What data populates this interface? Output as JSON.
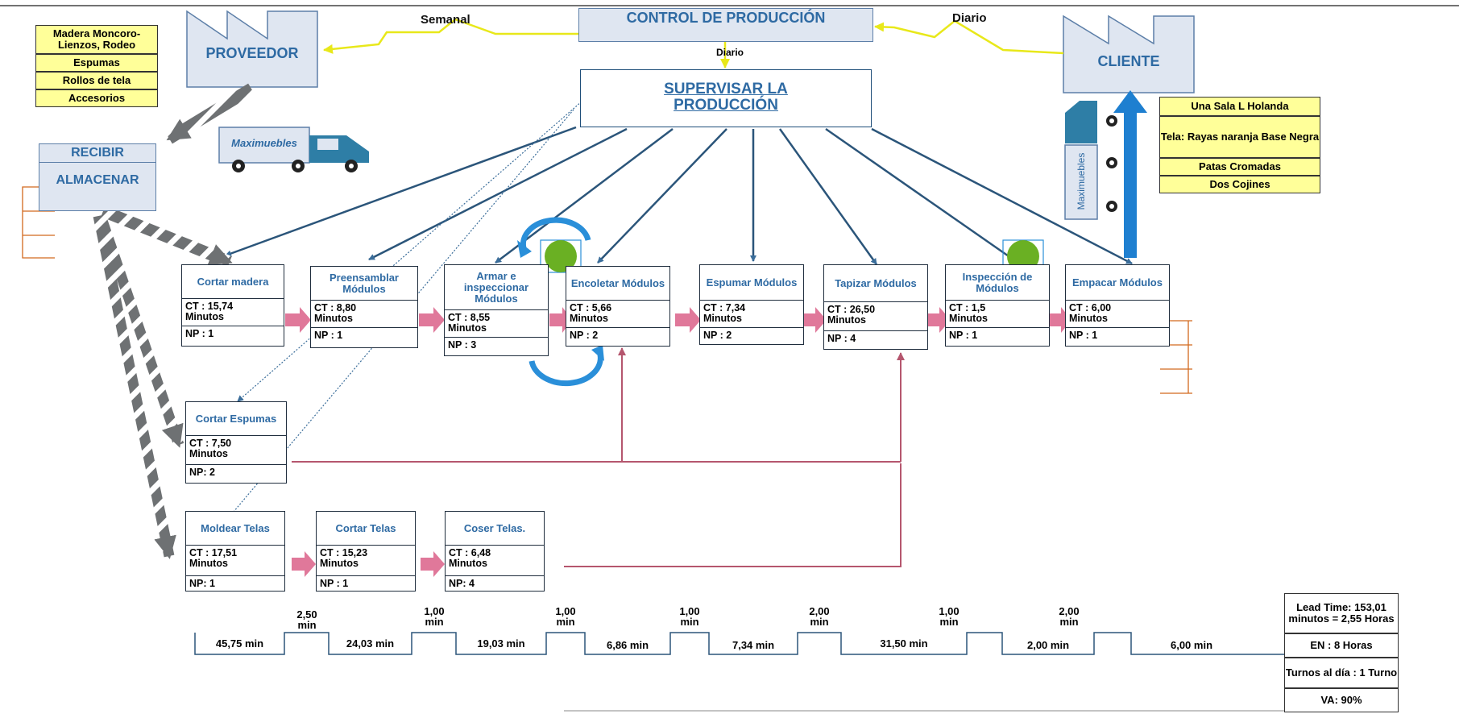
{
  "header": {
    "control": "CONTROL DE PRODUCCIÓN",
    "supervisar": "SUPERVISAR LA PRODUCCIÓN",
    "proveedor": "PROVEEDOR",
    "cliente": "CLIENTE",
    "recibir": "RECIBIR",
    "almacenar": "ALMACENAR",
    "semanal": "Semanal",
    "diario_left": "Diario",
    "diario_right": "Diario",
    "truck_label": "Maximuebles",
    "truck2_label": "Maximuebles"
  },
  "supplier_items": [
    "Madera Moncoro-Lienzos, Rodeo",
    "Espumas",
    "Rollos de tela",
    "Accesorios"
  ],
  "customer_items": [
    "Una Sala L Holanda",
    "Tela: Rayas naranja Base Negra",
    "Patas Cromadas",
    "Dos Cojines"
  ],
  "processes": [
    {
      "title": "Cortar madera",
      "ct": "CT : 15,74",
      "unit": "Minutos",
      "np": "NP : 1"
    },
    {
      "title": "Preensamblar Módulos",
      "ct": "CT : 8,80",
      "unit": "Minutos",
      "np": "NP : 1"
    },
    {
      "title": "Armar e inspeccionar Módulos",
      "ct": "CT : 8,55",
      "unit": "Minutos",
      "np": "NP : 3"
    },
    {
      "title": "Encoletar Módulos",
      "ct": "CT : 5,66",
      "unit": "Minutos",
      "np": "NP : 2"
    },
    {
      "title": "Espumar Módulos",
      "ct": "CT : 7,34",
      "unit": "Minutos",
      "np": "NP : 2"
    },
    {
      "title": "Tapizar Módulos",
      "ct": "CT : 26,50",
      "unit": "Minutos",
      "np": "NP : 4"
    },
    {
      "title": "Inspección de Módulos",
      "ct": "CT : 1,5",
      "unit": "Minutos",
      "np": "NP : 1"
    },
    {
      "title": "Empacar Módulos",
      "ct": "CT : 6,00",
      "unit": "Minutos",
      "np": "NP : 1"
    },
    {
      "title": "Cortar Espumas",
      "ct": "CT : 7,50",
      "unit": "Minutos",
      "np": "NP: 2"
    },
    {
      "title": "Moldear Telas",
      "ct": "CT : 17,51",
      "unit": "Minutos",
      "np": "NP: 1"
    },
    {
      "title": "Cortar Telas",
      "ct": "CT : 15,23",
      "unit": "Minutos",
      "np": "NP : 1"
    },
    {
      "title": "Coser Telas.",
      "ct": "CT : 6,48",
      "unit": "Minutos",
      "np": "NP: 4"
    }
  ],
  "timeline": {
    "low": [
      "45,75 min",
      "24,03 min",
      "19,03 min",
      "6,86 min",
      "7,34 min",
      "31,50 min",
      "2,00 min",
      "6,00 min"
    ],
    "high": [
      "2,50 min",
      "1,00 min",
      "1,00 min",
      "1,00 min",
      "2,00 min",
      "1,00 min",
      "2,00 min"
    ]
  },
  "summary": {
    "lead_time": "Lead Time: 153,01 minutos = 2,55 Horas",
    "en": "EN : 8 Horas",
    "turnos": "Turnos al día : 1 Turno",
    "va": "VA: 90%"
  },
  "colors": {
    "title_blue": "#2e6aa3",
    "push_arrow": "#e0789a",
    "signal_line": "#b5566e",
    "info_yellow": "#ffff99",
    "kaizen_green": "#6ab023",
    "shipment_blue": "#1e7fd0"
  }
}
